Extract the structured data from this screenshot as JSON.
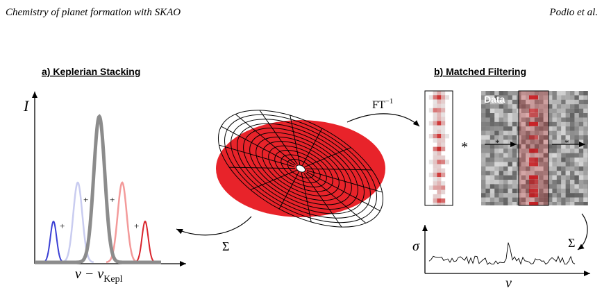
{
  "header": {
    "left": "Chemistry of planet formation with SKAO",
    "right": "Podio et al."
  },
  "panel_a": {
    "title": "a) Keplerian Stacking",
    "y_label": "I",
    "x_label_main": "v − v",
    "x_label_sub": "Kepl",
    "plus": "+",
    "sum": "Σ",
    "colors": {
      "blue": "#3a3fd4",
      "light_blue": "#c9ccf0",
      "gray": "#8c8c8c",
      "salmon": "#f39a9a",
      "red": "#d9232b"
    }
  },
  "panel_b": {
    "title": "b) Matched Filtering",
    "ft_label": "FT",
    "ft_sup": "−1",
    "convolve": "*",
    "data_label": "Data",
    "arrow_star": "*",
    "sum": "Σ",
    "y_label": "σ",
    "x_label": "v"
  },
  "disk": {
    "colors": {
      "red": "#e8232a",
      "white": "#ffffff",
      "blue": "#2b2fd6"
    }
  }
}
